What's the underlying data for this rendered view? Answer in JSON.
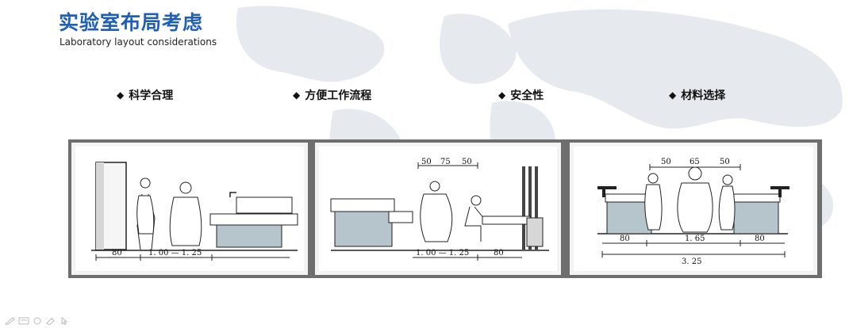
{
  "header": {
    "title": "实验室布局考虑",
    "subtitle": "Laboratory layout considerations"
  },
  "bullets": [
    {
      "label": "科学合理"
    },
    {
      "label": "方便工作流程"
    },
    {
      "label": "安全性"
    },
    {
      "label": "材料选择"
    }
  ],
  "bullet_mark": "◆",
  "panels": [
    {
      "dims": [
        "80",
        "1. 00 — 1. 25"
      ]
    },
    {
      "dims": [
        "50",
        "75",
        "50",
        "1. 00 — 1. 25",
        "80"
      ]
    },
    {
      "dims": [
        "50",
        "65",
        "50",
        "80",
        "1. 65",
        "80",
        "3. 25"
      ]
    }
  ],
  "footer_icons": [
    "pen-icon",
    "slides-icon",
    "eraser-icon",
    "marker-icon",
    "pointer-icon"
  ],
  "colors": {
    "title": "#1f5fb8",
    "map": "#e4e7eb",
    "frame": "#6e6e6e",
    "cabinet": "#b6c4cc"
  }
}
